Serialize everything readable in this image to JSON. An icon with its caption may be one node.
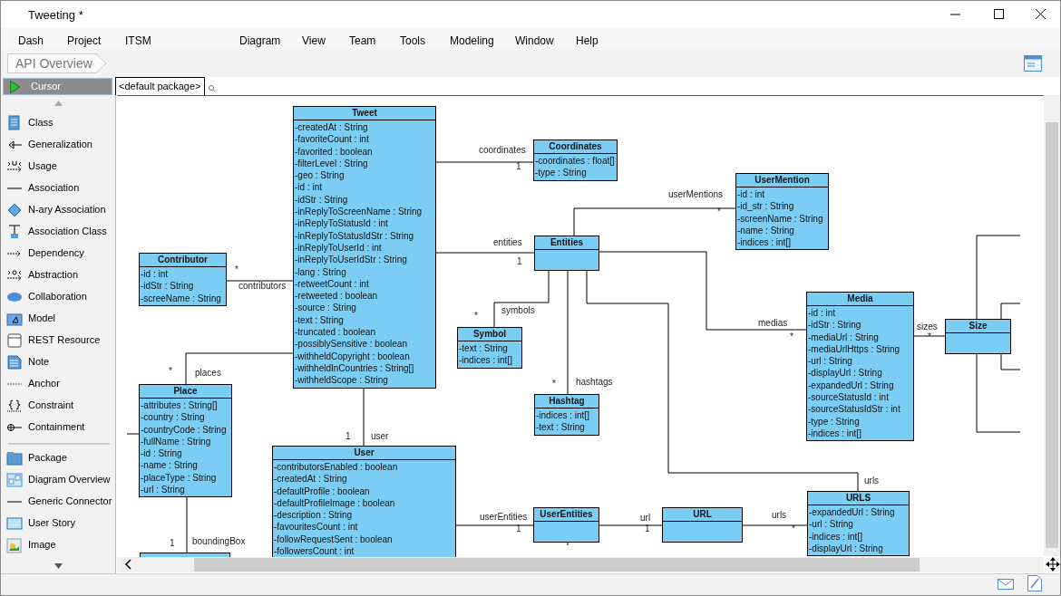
{
  "diagram": {
    "title": "Tweeting *",
    "nodes": [
      {
        "text": [
          "Tweet",
          "-createdAt : String",
          "-favoriteCount : int",
          "-favorited : boolean",
          "-filterLevel : String",
          "-geo : String",
          "-id : int",
          "-idStr : String",
          "-inReplyToScreenName : String",
          "-inReplyToStatusId : int",
          "-inReplyToStatusIdStr : String",
          "-inReplyToUserId : int",
          "-inReplyToUserIdStr : String",
          "-lang : String",
          "-retweetCount : int",
          "-retweeted : boolean",
          "-source : String",
          "-text : String",
          "-truncated : boolean",
          "-possiblySensitive : boolean",
          "-withheldCopyright : boolean",
          "-withheldInCountries : String[]",
          "-withheldScope : String"
        ]
      },
      {
        "text": [
          "Coordinates",
          "-coordinates : float[]",
          "-type : String"
        ]
      },
      {
        "text": [
          "UserMention",
          "-id : int",
          "-id_str : String",
          "-screenName : String",
          "-name : String",
          "-indices : int[]"
        ]
      },
      {
        "text": [
          "Contributor",
          "-id : int",
          "-idStr : String",
          "-screeName : String"
        ]
      },
      {
        "text": [
          "Entities"
        ]
      },
      {
        "text": [
          "Media",
          "-id : int",
          "-idStr : String",
          "-mediaUrl : String",
          "-mediaUrlHttps : String",
          "-url : String",
          "-displayUrl : String",
          "-expandedUrl : String",
          "-sourceStatusId : int",
          "-sourceStatusIdStr : int",
          "-type : String",
          "-indices : int[]"
        ]
      },
      {
        "text": [
          "Size"
        ]
      },
      {
        "text": [
          "Symbol",
          "-text : String",
          "-indices : int[]"
        ]
      },
      {
        "text": [
          "Place",
          "-attributes : String[]",
          "-country : String",
          "-countryCode : String",
          "-fullName : String",
          "-id : String",
          "-name : String",
          "-placeType : String",
          "-url : String"
        ]
      },
      {
        "text": [
          "Hashtag",
          "-indices : int[]",
          "-text : String"
        ]
      },
      {
        "text": [
          "User",
          "-contributorsEnabled : boolean",
          "-createdAt : String",
          "-defaultProfile : boolean",
          "-defaultProfileImage : boolean",
          "-description : String",
          "-favouritesCount : int",
          "-followRequestSent : boolean",
          "-followersCount : int"
        ]
      },
      {
        "text": [
          "UserEntities"
        ]
      },
      {
        "text": [
          "URL"
        ]
      },
      {
        "text": [
          "URLS",
          "-expandedUrl : String",
          "-url : String",
          "-indices : int[]",
          "-displayUrl : String"
        ]
      },
      {
        "text": [],
        "shape": "box"
      }
    ],
    "edges": [
      {
        "from": 0,
        "to": 1,
        "arrow": "none",
        "label": "coordinates"
      },
      {
        "from": 0,
        "to": 3,
        "arrow": "none",
        "label": "contributors"
      },
      {
        "from": 0,
        "to": 4,
        "arrow": "none",
        "label": "entities"
      },
      {
        "from": 0,
        "to": 8,
        "arrow": "none",
        "label": "places"
      },
      {
        "from": 0,
        "to": 10,
        "arrow": "none",
        "label": "user"
      },
      {
        "from": 4,
        "to": 2,
        "arrow": "none",
        "label": "userMentions"
      },
      {
        "from": 4,
        "to": 7,
        "arrow": "none",
        "label": "symbols"
      },
      {
        "from": 4,
        "to": 9,
        "arrow": "none",
        "label": "hashtags"
      },
      {
        "from": 4,
        "to": 5,
        "arrow": "none",
        "label": "medias"
      },
      {
        "from": 4,
        "to": 13,
        "arrow": "none",
        "label": "urls"
      },
      {
        "from": 8,
        "to": 14,
        "arrow": "none",
        "label": "boundingBox"
      },
      {
        "from": 10,
        "to": 11,
        "arrow": "none",
        "label": "userEntities"
      },
      {
        "from": 11,
        "to": 12,
        "arrow": "none",
        "label": "url"
      },
      {
        "from": 12,
        "to": 13,
        "arrow": "none",
        "label": "urls"
      },
      {
        "from": 5,
        "to": 6,
        "arrow": "none",
        "label": "sizes"
      },
      {
        "from": 6,
        "to": null,
        "arrow": "none"
      },
      {
        "from": 6,
        "to": null,
        "arrow": "none"
      },
      {
        "from": 6,
        "to": null,
        "arrow": "none"
      },
      {
        "from": 6,
        "to": null,
        "arrow": "none"
      },
      {
        "from": 8,
        "to": null,
        "arrow": "none"
      },
      {
        "from": 11,
        "to": null,
        "arrow": "none"
      }
    ],
    "labels": [
      "Dash",
      "Project",
      "ITSM",
      "Diagram",
      "View",
      "Team",
      "Tools",
      "Modeling",
      "Window",
      "Help",
      "API Overview",
      "Cursor",
      "Class",
      "Generalization",
      "Usage",
      "Association",
      "N-ary Association",
      "Association Class",
      "Dependency",
      "Abstraction",
      "Collaboration",
      "Model",
      "REST Resource",
      "Note",
      "Anchor",
      "Constraint",
      "Containment",
      "Package",
      "Diagram Overview",
      "Generic Connector",
      "User Story",
      "Image",
      "<default package>",
      "1",
      "*",
      "1",
      "*",
      "*",
      "*",
      "*",
      "*",
      "*",
      "1",
      "1",
      "1",
      "*",
      "1"
    ]
  }
}
